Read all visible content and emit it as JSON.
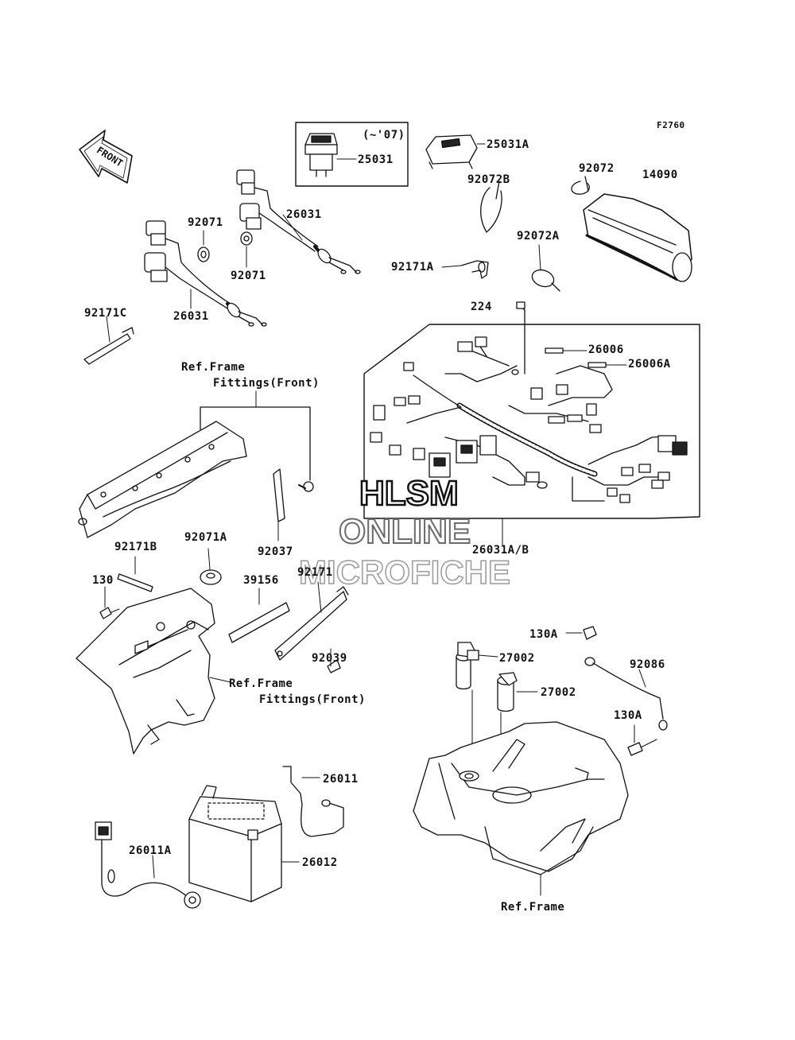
{
  "diagram": {
    "figure_code": "F2760",
    "front_arrow_text": "FRONT",
    "watermark": {
      "line1": "HLSM",
      "line2": "ONLINE",
      "line3": "MICROFICHE"
    },
    "inset_note": "(~'07)",
    "parts": {
      "p25031": "25031",
      "p25031A": "25031A",
      "p92072": "92072",
      "p14090": "14090",
      "p92072B": "92072B",
      "p92072A": "92072A",
      "p92071_top": "92071",
      "p92071_mid": "92071",
      "p26031_top": "26031",
      "p26031_low": "26031",
      "p92171A": "92171A",
      "p92171C": "92171C",
      "p224": "224",
      "p26006": "26006",
      "p26006A": "26006A",
      "p26031AB": "26031A/B",
      "p92037": "92037",
      "p92171B": "92171B",
      "p92071A": "92071A",
      "p130": "130",
      "p39156": "39156",
      "p92171": "92171",
      "p92039": "92039",
      "p130A_top": "130A",
      "p27002_a": "27002",
      "p27002_b": "27002",
      "p92086": "92086",
      "p130A_low": "130A",
      "p26011": "26011",
      "p26011A": "26011A",
      "p26012": "26012"
    },
    "refs": {
      "ref1_line1": "Ref.Frame",
      "ref1_line2": "Fittings(Front)",
      "ref2_line1": "Ref.Frame",
      "ref2_line2": "Fittings(Front)",
      "ref3": "Ref.Frame"
    }
  }
}
